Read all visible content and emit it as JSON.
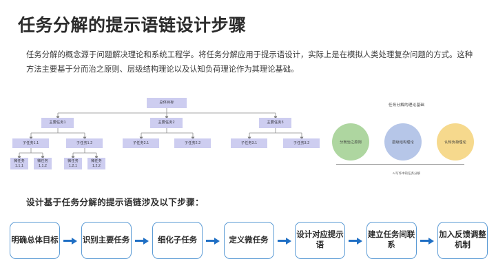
{
  "page": {
    "title": "任务分解的提示语链设计步骤",
    "intro": "任务分解的概念源于问题解决理论和系统工程学。将任务分解应用于提示语设计，实际上是在模拟人类处理复杂问题的方式。这种方法主要基于分而治之原则、层级结构理论以及认知负荷理论作为其理论基础。",
    "steps_lead": "设计基于任务分解的提示语链涉及以下步骤："
  },
  "tree": {
    "root": "总体目标",
    "main_tasks": [
      "主要任务1",
      "主要任务2",
      "主要任务3"
    ],
    "sub_tasks": [
      "子任务1.1",
      "子任务1.2",
      "子任务2.1",
      "子任务2.2",
      "子任务3.1",
      "子任务3.2"
    ],
    "micro_tasks": [
      "微任务\n1.1.1",
      "微任务\n1.1.2",
      "微任务\n1.2.1",
      "微任务\n1.2.2"
    ],
    "micro_tasks_flat": [
      "微任务 1.1.1",
      "微任务 1.1.2",
      "微任务 1.2.1",
      "微任务 1.2.2"
    ],
    "node_color": "#cdcdf0",
    "connector_color": "#8a8a8a"
  },
  "venn": {
    "title": "任务分解的理论基础",
    "caption": "AI写作中的任务分解",
    "circles": [
      {
        "label": "分而治之原则",
        "color": "#aed6a0"
      },
      {
        "label": "层级结构理论",
        "color": "#b6c6e8"
      },
      {
        "label": "认知负荷理论",
        "color": "#f6d98d"
      }
    ]
  },
  "flow": {
    "arrow_color": "#1f6fc4",
    "box_border_color": "#5b9bd5",
    "steps": [
      "明确总体目标",
      "识别主要任务",
      "细化子任务",
      "定义微任务",
      "设计对应提示语",
      "建立任务间联系",
      "加入反馈调整机制"
    ]
  }
}
